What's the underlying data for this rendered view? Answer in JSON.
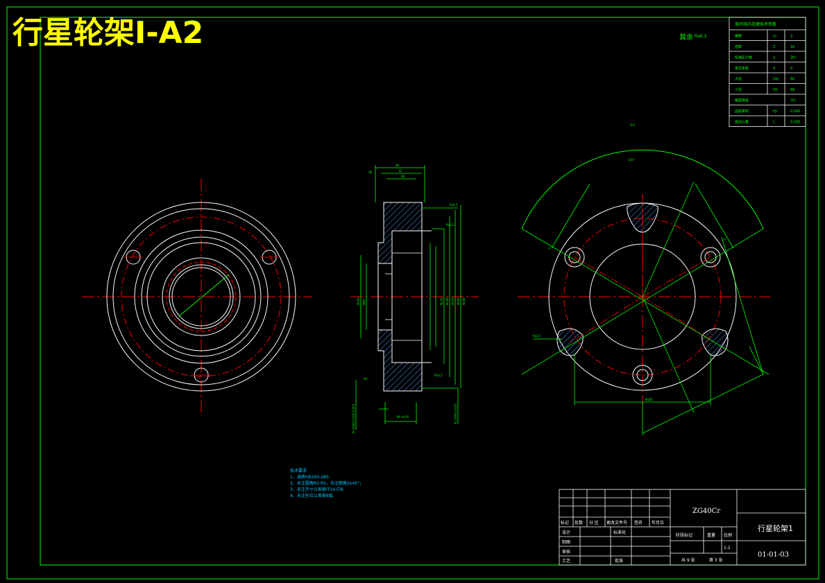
{
  "drawing": {
    "title_overlay": "行星轮架I-A2",
    "roughness_note": "其余",
    "section_label": "A-A",
    "angle_label": "120°"
  },
  "spline_table": {
    "title": "渐开线内花键技术参数",
    "rows": [
      [
        "模数",
        "m",
        "3"
      ],
      [
        "齿数",
        "Z",
        "16"
      ],
      [
        "标准压力角",
        "α",
        "30°"
      ],
      [
        "变位系数",
        "X",
        "0"
      ],
      [
        "大径",
        "Dei",
        "60"
      ],
      [
        "小径",
        "Dii",
        "66"
      ],
      [
        "精度等级",
        "",
        "7H"
      ],
      [
        "齿距累积",
        "Fp",
        "0.045"
      ],
      [
        "齿向公差",
        "L",
        "0.045"
      ]
    ]
  },
  "tech_requirements": {
    "heading": "技术要求",
    "items": [
      "1、调质HB240-280.",
      "2、未注圆角R2-R5，未注倒角2x45°；",
      "3、未注尺寸公差按IT14-IT8.",
      "4、未注形位公差按8级."
    ]
  },
  "title_block": {
    "material": "ZG40Cr",
    "part_name": "行星轮架1",
    "drawing_number": "01-01-03",
    "scale": "1:2",
    "sheet_total": "共 9 张",
    "sheet_number": "第 3 张",
    "labels": {
      "mark": "标记",
      "count": "处数",
      "zone": "分 区",
      "doc_no": "更改文件号",
      "signature": "签名",
      "date": "年月日",
      "design": "设计",
      "standardize": "标准化",
      "drafting": "制图",
      "review": "审核",
      "process": "工艺",
      "approve": "批准",
      "stage_mark": "阶段标记",
      "weight": "重量",
      "ratio": "比例"
    }
  },
  "colors": {
    "background": "#000000",
    "outline": "#ffffff",
    "centerline": "#ff0000",
    "dimension": "#00ff00",
    "title_overlay": "#ffff00",
    "hatch": "#4a8ad8",
    "note_text": "#00c8ff"
  }
}
